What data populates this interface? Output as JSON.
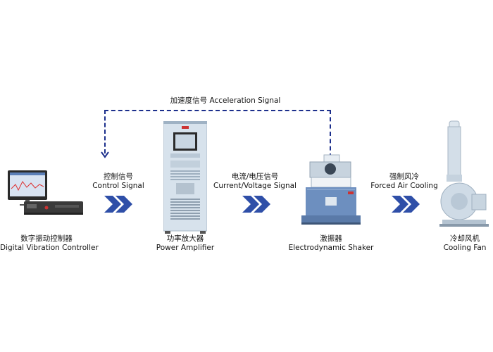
{
  "feedback": {
    "label": "加速度信号 Acceleration Signal",
    "line_color": "#1c2f8c"
  },
  "nodes": [
    {
      "id": "controller",
      "label_cn": "数字振动控制器",
      "label_en": "Digital Vibration Controller"
    },
    {
      "id": "amplifier",
      "label_cn": "功率放大器",
      "label_en": "Power Amplifier"
    },
    {
      "id": "shaker",
      "label_cn": "激振器",
      "label_en": "Electrodynamic Shaker"
    },
    {
      "id": "fan",
      "label_cn": "冷却风机",
      "label_en": "Cooling Fan"
    }
  ],
  "signals": [
    {
      "id": "control",
      "label_cn": "控制信号",
      "label_en": "Control Signal"
    },
    {
      "id": "current",
      "label_cn": "电流/电压信号",
      "label_en": "Current/Voltage Signal"
    },
    {
      "id": "air",
      "label_cn": "强制风冷",
      "label_en": "Forced Air Cooling"
    }
  ],
  "colors": {
    "arrow": "#2f4fa8",
    "equipment_blue": "#6d8fbf",
    "equipment_light": "#d9e4ee",
    "fan_light": "#cfdbe6"
  }
}
